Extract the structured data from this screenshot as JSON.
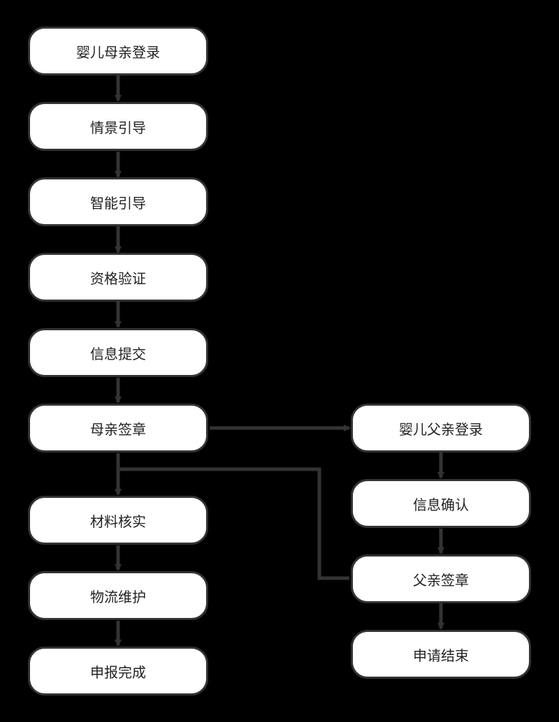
{
  "colors": {
    "background": "#000000",
    "node_fill": "#ffffff",
    "stroke": "#333333",
    "text": "#222222"
  },
  "nodes": {
    "mother_login": "婴儿母亲登录",
    "scene_guide": "情景引导",
    "smart_guide": "智能引导",
    "qualification": "资格验证",
    "info_submit": "信息提交",
    "mother_sign": "母亲签章",
    "material_check": "材料核实",
    "logistics": "物流维护",
    "report_done": "申报完成",
    "father_login": "婴儿父亲登录",
    "info_confirm": "信息确认",
    "father_sign": "父亲签章",
    "apply_end": "申请结束"
  },
  "edges": [
    [
      "mother_login",
      "scene_guide"
    ],
    [
      "scene_guide",
      "smart_guide"
    ],
    [
      "smart_guide",
      "qualification"
    ],
    [
      "qualification",
      "info_submit"
    ],
    [
      "info_submit",
      "mother_sign"
    ],
    [
      "mother_sign",
      "father_login"
    ],
    [
      "mother_sign",
      "material_check"
    ],
    [
      "father_login",
      "info_confirm"
    ],
    [
      "info_confirm",
      "father_sign"
    ],
    [
      "father_sign",
      "material_check"
    ],
    [
      "material_check",
      "logistics"
    ],
    [
      "logistics",
      "report_done"
    ],
    [
      "father_sign",
      "apply_end"
    ]
  ]
}
